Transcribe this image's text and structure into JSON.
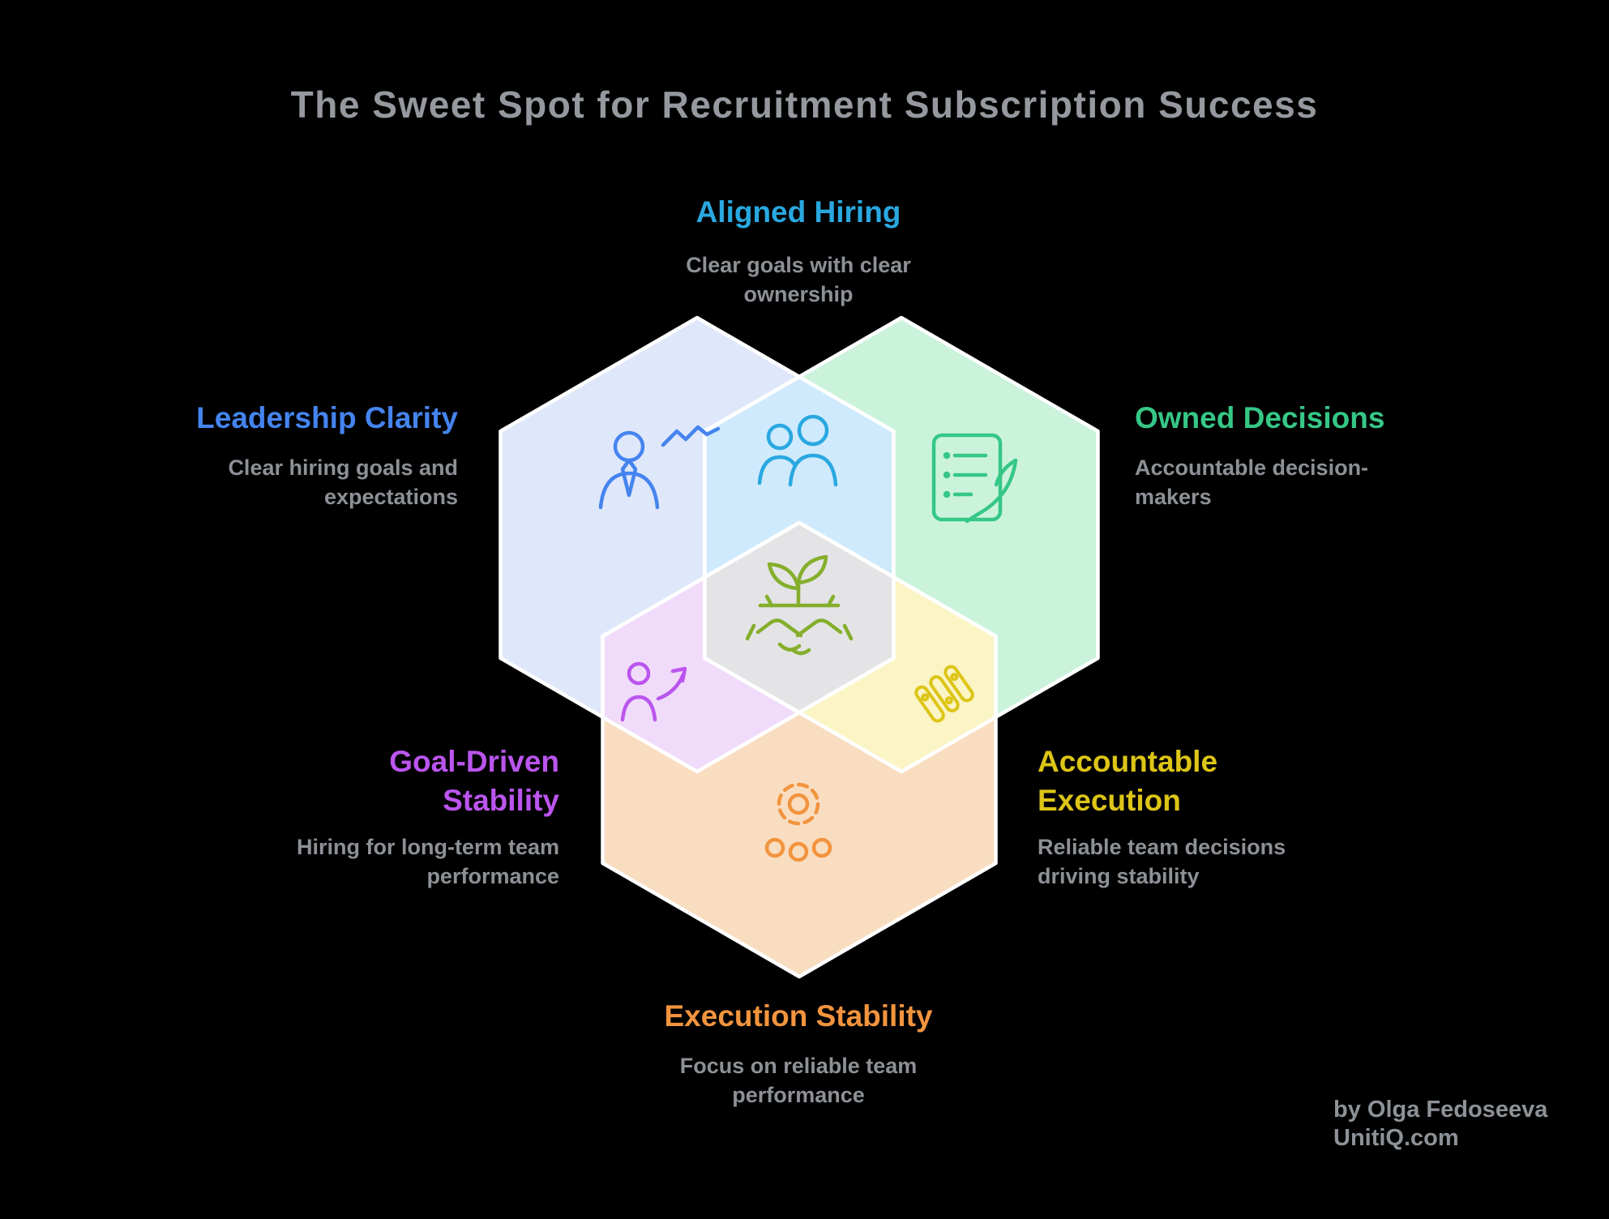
{
  "title": "The Sweet Spot for Recruitment Subscription Success",
  "canvas": {
    "background": "#000000",
    "title_color": "#95999f",
    "description_color": "#8d9196"
  },
  "regions": {
    "aligned_hiring": {
      "label": "Aligned Hiring",
      "description": "Clear goals with clear\nownership",
      "color": "#29a8e0",
      "icon": "two-people-icon"
    },
    "leadership_clarity": {
      "label": "Leadership Clarity",
      "description": "Clear hiring goals and\nexpectations",
      "color": "#4584ef",
      "icon": "speaking-person-icon"
    },
    "owned_decisions": {
      "label": "Owned Decisions",
      "description": "Accountable decision-\nmakers",
      "color": "#36c786",
      "icon": "signed-document-icon"
    },
    "goal_driven_stability": {
      "label": "Goal-Driven\nStability",
      "description": "Hiring for long-term team\nperformance",
      "color": "#bb55ee",
      "icon": "growth-person-icon"
    },
    "accountable_execution": {
      "label": "Accountable\nExecution",
      "description": "Reliable team decisions\ndriving stability",
      "color": "#ddc517",
      "icon": "task-bars-icon"
    },
    "execution_stability": {
      "label": "Execution Stability",
      "description": "Focus on reliable team\nperformance",
      "color": "#f2943e",
      "icon": "gear-team-icon"
    },
    "center_sweet_spot": {
      "icon": "sprout-handshake-icon",
      "color": "#85ae2c"
    }
  },
  "venn": {
    "stroke": "#ffffff",
    "left": {
      "fill": "#dfe8fa"
    },
    "right": {
      "fill": "#cbf3dc"
    },
    "bottom": {
      "fill": "#f9ddc0"
    },
    "top_overlap": {
      "fill": "#cfeafc"
    },
    "left_overlap": {
      "fill": "#f0dcfa"
    },
    "right_overlap": {
      "fill": "#fbf4c5"
    },
    "center_overlap": {
      "fill": "#e4e4e6"
    }
  },
  "credit": {
    "author": "by Olga Fedoseeva",
    "site": "UnitiQ.com"
  }
}
